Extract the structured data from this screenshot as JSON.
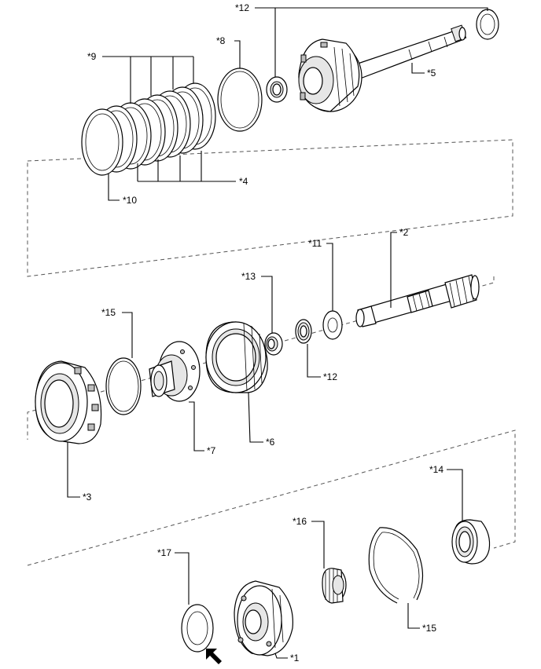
{
  "labels": {
    "l12_top": "*12",
    "l8": "*8",
    "l9": "*9",
    "l5": "*5",
    "l4": "*4",
    "l10": "*10",
    "l11": "*11",
    "l2": "*2",
    "l13": "*13",
    "l15_mid": "*15",
    "l12_mid": "*12",
    "l7": "*7",
    "l6": "*6",
    "l3": "*3",
    "l14": "*14",
    "l16": "*16",
    "l17": "*17",
    "l15_bot": "*15",
    "l1": "*1"
  }
}
